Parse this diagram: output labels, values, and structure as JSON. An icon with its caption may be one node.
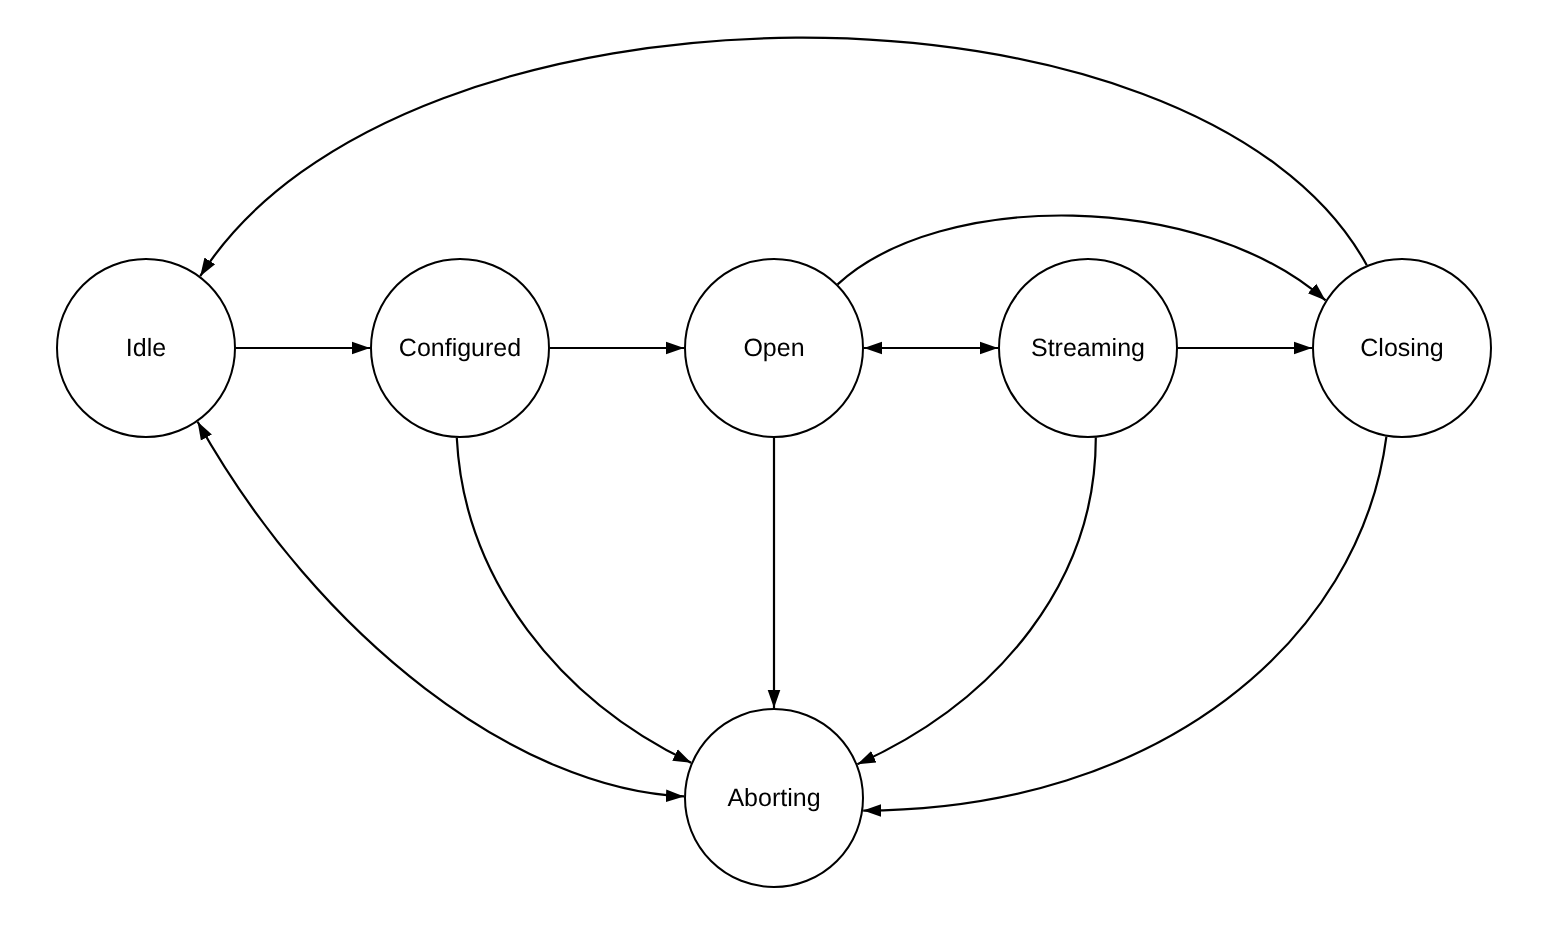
{
  "diagram": {
    "nodes": [
      {
        "text": [
          "Idle"
        ]
      },
      {
        "text": [
          "Configured"
        ]
      },
      {
        "text": [
          "Open"
        ]
      },
      {
        "text": [
          "Streaming"
        ]
      },
      {
        "text": [
          "Closing"
        ]
      },
      {
        "text": [
          "Aborting"
        ]
      }
    ],
    "edges": [
      {
        "from": 0,
        "to": 1,
        "arrow": "to"
      },
      {
        "from": 1,
        "to": 2,
        "arrow": "to"
      },
      {
        "from": 2,
        "to": 3,
        "arrow": "both"
      },
      {
        "from": 3,
        "to": 4,
        "arrow": "to"
      },
      {
        "from": 2,
        "to": 4,
        "arrow": "to"
      },
      {
        "from": 4,
        "to": 0,
        "arrow": "to"
      },
      {
        "from": 1,
        "to": 5,
        "arrow": "to"
      },
      {
        "from": 2,
        "to": 5,
        "arrow": "to"
      },
      {
        "from": 3,
        "to": 5,
        "arrow": "to"
      },
      {
        "from": 4,
        "to": 5,
        "arrow": "to"
      },
      {
        "from": 0,
        "to": 5,
        "arrow": "both"
      }
    ]
  }
}
